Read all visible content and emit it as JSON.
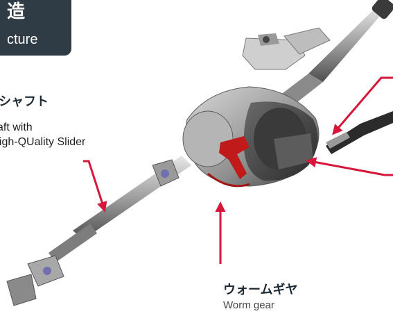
{
  "header_badge": {
    "title_jp": "造",
    "title_en": "cture",
    "bg_color": "#2f3b45"
  },
  "labels": {
    "shaft": {
      "jp": "シャフト",
      "en_line1": "aft with",
      "en_line2": "high-QUality Slider"
    },
    "worm_gear": {
      "jp": "ウォームギヤ",
      "en": "Worm gear"
    }
  },
  "colors": {
    "callout_arrow": "#d6173a",
    "metal_light": "#c9c9c9",
    "metal_dark": "#5a5a5a",
    "accent_red": "#c01a1a"
  }
}
